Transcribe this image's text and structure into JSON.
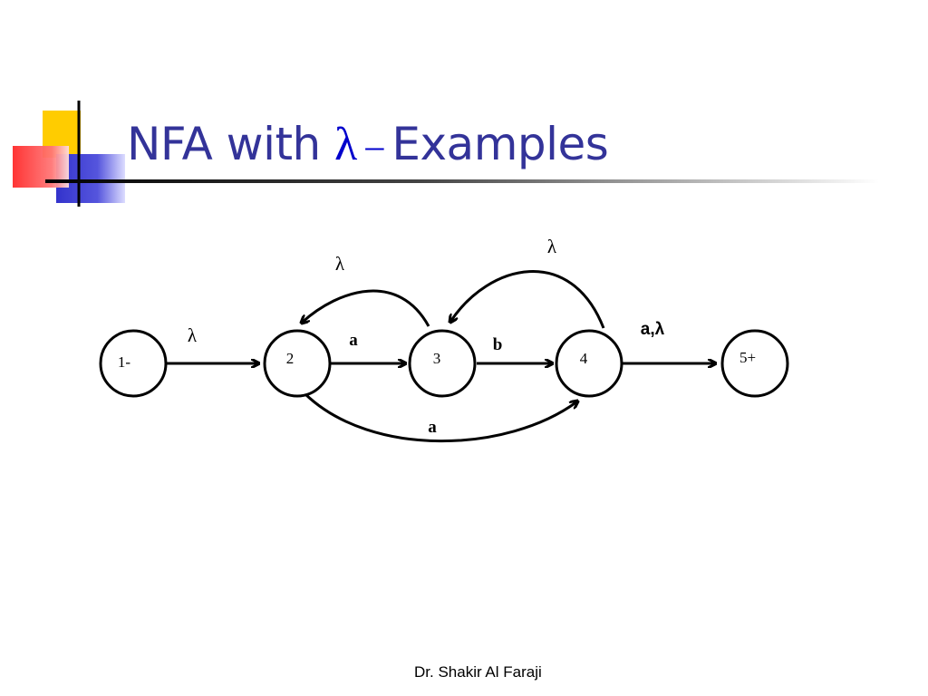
{
  "slide": {
    "title_prefix": "NFA with ",
    "title_symbol": "λ",
    "title_dash": " – ",
    "title_suffix": "Examples",
    "footer": "Dr. Shakir Al Faraji"
  },
  "colors": {
    "title": "#333399",
    "lambda": "#0000cc",
    "deco_yellow": "#ffcc00",
    "deco_blue": "#3333cc",
    "deco_red": "#ff3333",
    "rule": "#000000"
  },
  "nfa": {
    "states": [
      {
        "id": "s1",
        "label": "1-",
        "start": true,
        "final": false
      },
      {
        "id": "s2",
        "label": "2",
        "start": false,
        "final": false
      },
      {
        "id": "s3",
        "label": "3",
        "start": false,
        "final": false
      },
      {
        "id": "s4",
        "label": "4",
        "start": false,
        "final": false
      },
      {
        "id": "s5",
        "label": "5+",
        "start": false,
        "final": true
      }
    ],
    "transitions": [
      {
        "from": "1-",
        "to": "2",
        "label": "λ"
      },
      {
        "from": "2",
        "to": "3",
        "label": "a"
      },
      {
        "from": "3",
        "to": "4",
        "label": "b"
      },
      {
        "from": "4",
        "to": "5+",
        "label": "a,λ"
      },
      {
        "from": "3",
        "to": "2",
        "label": "λ"
      },
      {
        "from": "4",
        "to": "3",
        "label": "λ"
      },
      {
        "from": "2",
        "to": "4",
        "label": "a"
      }
    ]
  }
}
